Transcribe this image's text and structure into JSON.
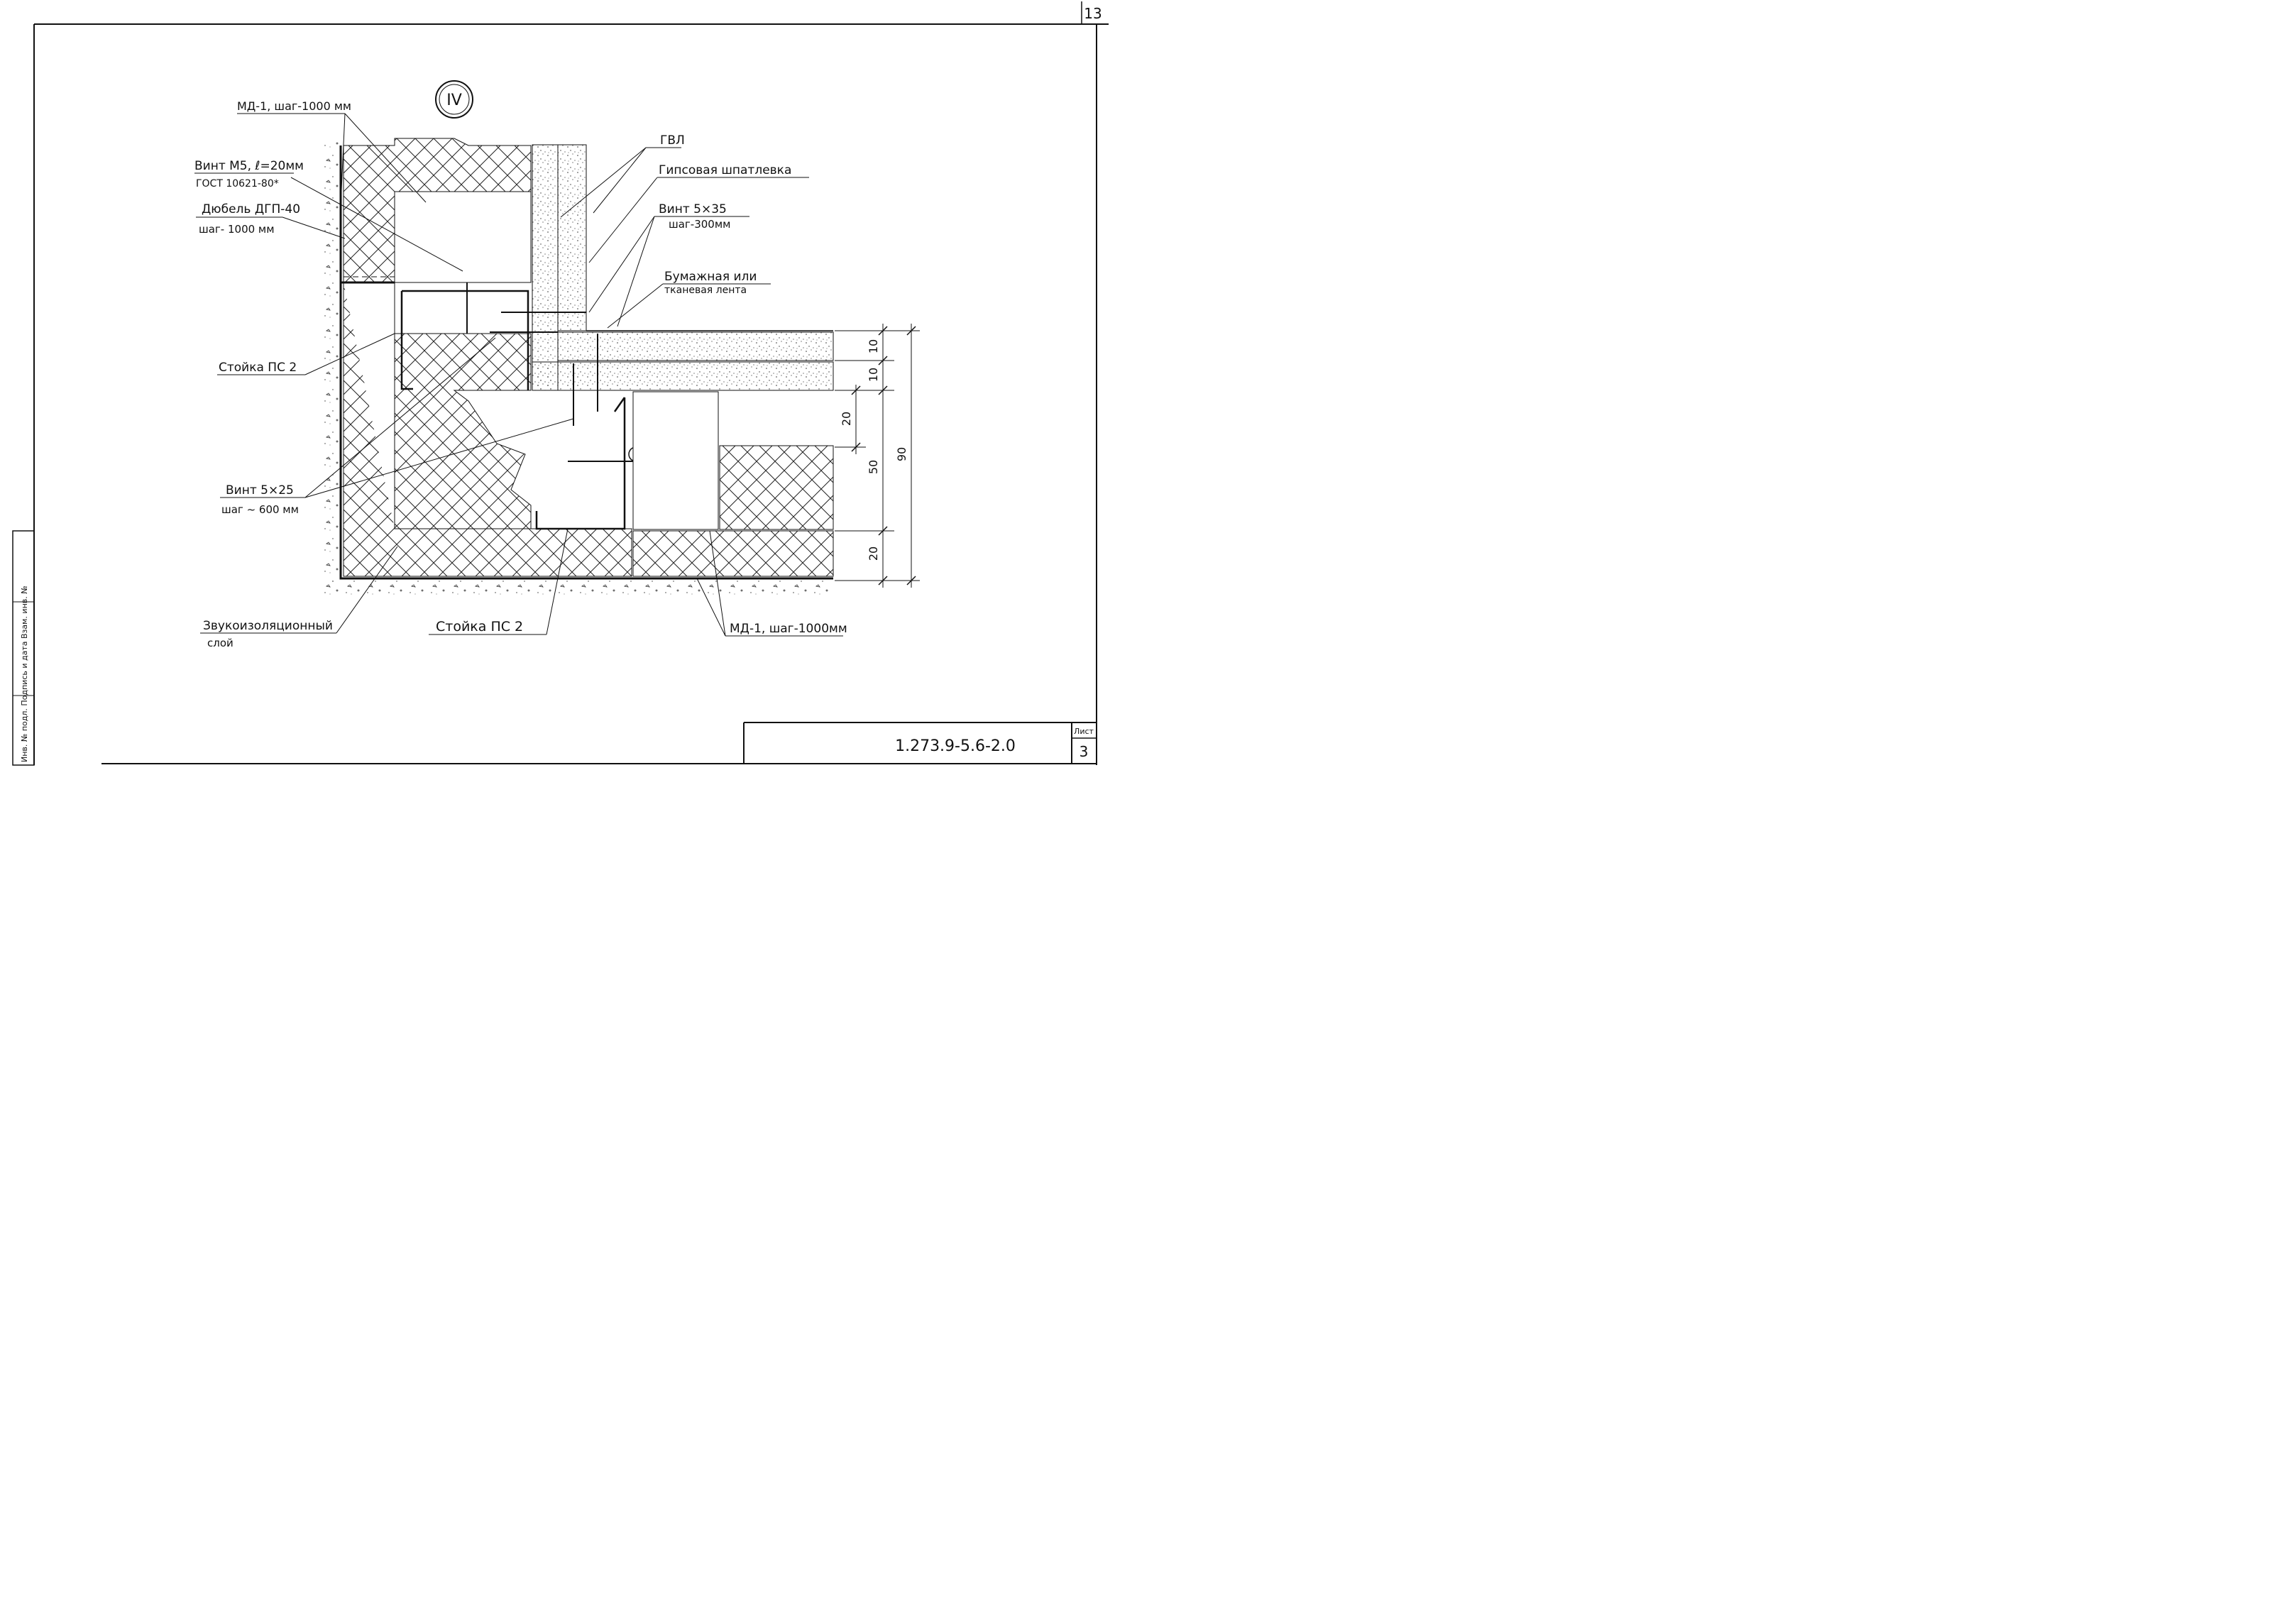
{
  "page_number": "13",
  "detail_marker": "IV",
  "labels": {
    "md1_top": "МД-1, шаг-1000 мм",
    "screw_m5": "Винт М5, ℓ=20мм",
    "gost": "ГОСТ 10621-80*",
    "dowel": "Дюбель ДГП-40",
    "dowel_step": "шаг- 1000 мм",
    "post_left": "Стойка ПС 2",
    "screw_5x25": "Винт 5×25",
    "screw_5x25_step": "шаг ~ 600 мм",
    "sound_layer_1": "Звукоизоляционный",
    "sound_layer_2": "слой",
    "post_bottom": "Стойка ПС 2",
    "md1_bottom": "МД-1, шаг-1000мм",
    "gvl": "ГВЛ",
    "gypsum_putty": "Гипсовая шпатлевка",
    "screw_5x35": "Винт 5×35",
    "screw_5x35_step": "шаг-300мм",
    "tape_1": "Бумажная или",
    "tape_2": "тканевая лента"
  },
  "dimensions": {
    "d10a": "10",
    "d10b": "10",
    "d20a": "20",
    "d50": "50",
    "d90": "90",
    "d20b": "20"
  },
  "stamp": {
    "side_text": "Инв. № подл.   Подпись и дата   Взам. инв. №",
    "doc_code": "1.273.9-5.6-2.0",
    "sheet_label": "Лист",
    "sheet_number": "3"
  }
}
